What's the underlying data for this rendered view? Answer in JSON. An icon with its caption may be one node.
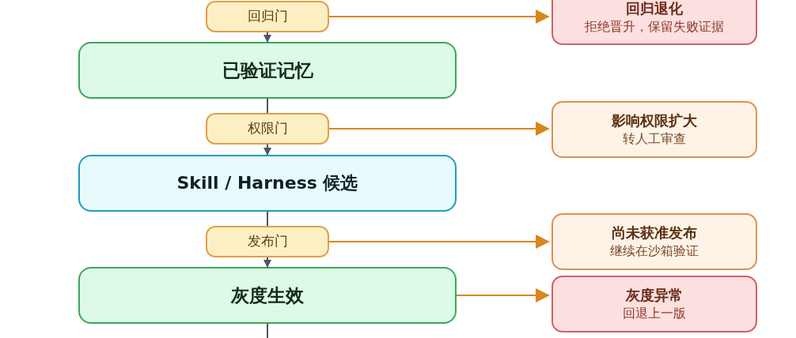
{
  "diagram": {
    "nodes": [
      {
        "text": [
          "回归门"
        ]
      },
      {
        "text": [
          "回归退化",
          "拒绝晋升，保留失败证据"
        ]
      },
      {
        "text": [
          "已验证记忆"
        ]
      },
      {
        "text": [
          "权限门"
        ]
      },
      {
        "text": [
          "影响权限扩大",
          "转人工审查"
        ]
      },
      {
        "text": [
          "Skill / Harness 候选"
        ]
      },
      {
        "text": [
          "发布门"
        ]
      },
      {
        "text": [
          "尚未获准发布",
          "继续在沙箱验证"
        ]
      },
      {
        "text": [
          "灰度生效"
        ]
      },
      {
        "text": [
          "灰度异常",
          "回退上一版"
        ]
      }
    ],
    "edges": [
      {
        "from": 0,
        "to": 2,
        "arrow": "to"
      },
      {
        "from": 0,
        "to": 1,
        "arrow": "to",
        "color": "#d9861c"
      },
      {
        "from": 2,
        "to": 3,
        "arrow": "none"
      },
      {
        "from": 3,
        "to": 5,
        "arrow": "to"
      },
      {
        "from": 3,
        "to": 4,
        "arrow": "to",
        "color": "#d9861c"
      },
      {
        "from": 5,
        "to": 6,
        "arrow": "none"
      },
      {
        "from": 6,
        "to": 8,
        "arrow": "to"
      },
      {
        "from": 6,
        "to": 7,
        "arrow": "to",
        "color": "#d9861c"
      },
      {
        "from": 8,
        "to": 9,
        "arrow": "to",
        "color": "#d9861c"
      },
      {
        "from": 8,
        "to": null,
        "arrow": "none"
      }
    ]
  }
}
